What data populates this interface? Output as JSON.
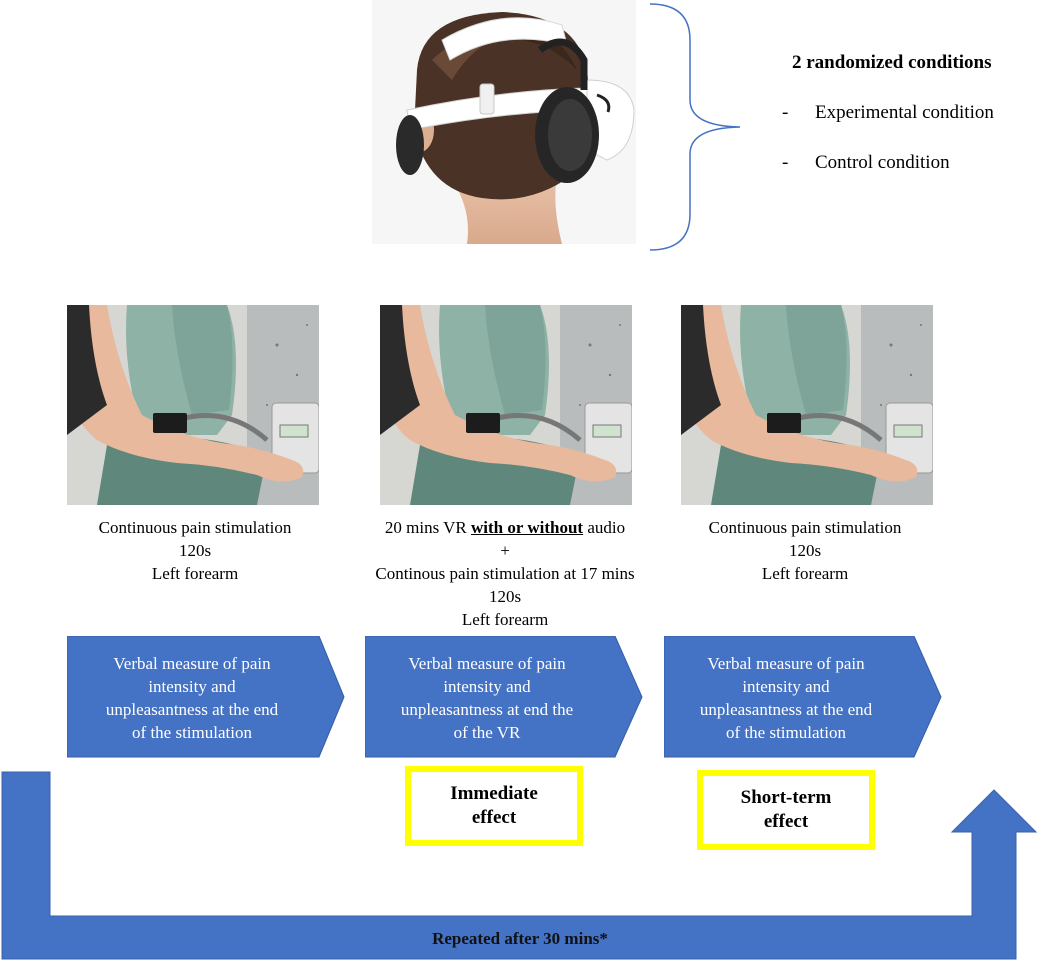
{
  "conditions": {
    "heading": "2 randomized conditions",
    "items": [
      {
        "bullet": "-",
        "label": "Experimental condition"
      },
      {
        "bullet": "-",
        "label": "Control condition"
      }
    ]
  },
  "steps": [
    {
      "lines": [
        "Continuous pain stimulation",
        "120s",
        "Left forearm"
      ],
      "measure": [
        "Verbal measure of pain",
        "intensity and",
        "unpleasantness at the end",
        "of the stimulation"
      ]
    },
    {
      "line1_before": "20 mins VR ",
      "line1_emph": "with or without",
      "line1_after": " audio",
      "lines": [
        "+",
        "Continous pain stimulation at 17 mins",
        "120s",
        "Left forearm"
      ],
      "measure": [
        "Verbal measure of pain",
        "intensity and",
        "unpleasantness at end the",
        "of the VR"
      ]
    },
    {
      "lines": [
        "Continuous pain stimulation",
        "120s",
        "Left forearm"
      ],
      "measure": [
        "Verbal measure of pain",
        "intensity and",
        "unpleasantness at the end",
        "of the stimulation"
      ]
    }
  ],
  "effects": [
    {
      "lines": [
        "Immediate",
        "effect"
      ]
    },
    {
      "lines": [
        "Short-term",
        "effect"
      ]
    }
  ],
  "loop_label": "Repeated after 30 mins*",
  "colors": {
    "arrow": "#4472c4",
    "effect_border": "#ffff00"
  }
}
